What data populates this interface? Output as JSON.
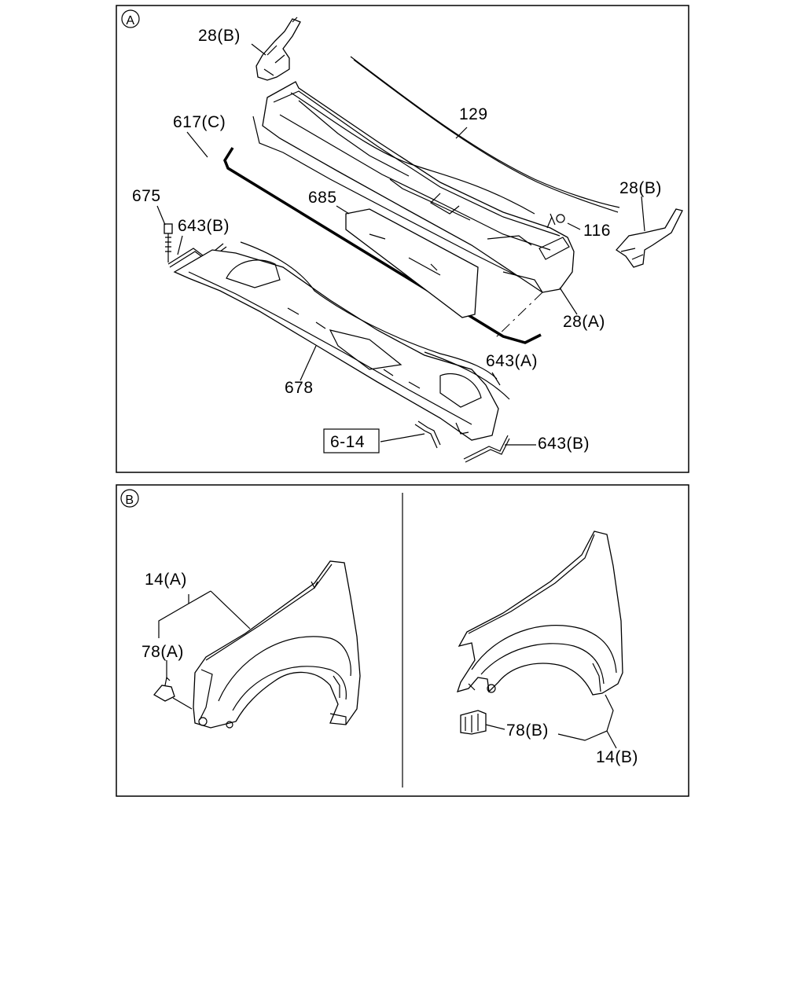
{
  "panel_a": {
    "marker": "A",
    "labels": {
      "l_28b_top": "28(B)",
      "l_129": "129",
      "l_617c": "617(C)",
      "l_28b_right": "28(B)",
      "l_675": "675",
      "l_685": "685",
      "l_643b_top": "643(B)",
      "l_116": "116",
      "l_28a": "28(A)",
      "l_643a": "643(A)",
      "l_678": "678",
      "l_614": "6-14",
      "l_643b_bottom": "643(B)"
    }
  },
  "panel_b": {
    "marker": "B",
    "labels": {
      "l_14a": "14(A)",
      "l_78a": "78(A)",
      "l_78b": "78(B)",
      "l_14b": "14(B)"
    }
  }
}
